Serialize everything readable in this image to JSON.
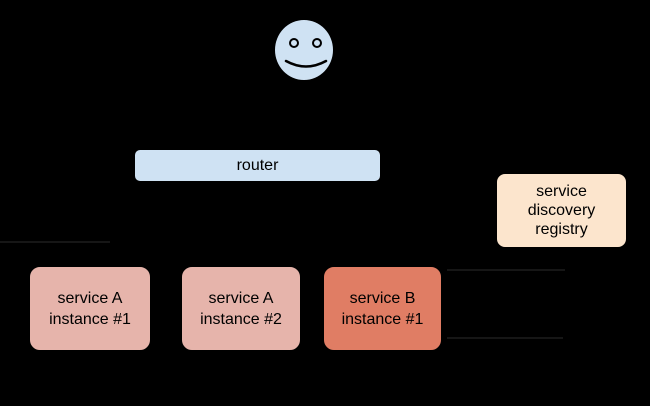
{
  "diagram": {
    "background_color": "#000000",
    "client": {
      "icon": "smiley-face-icon",
      "fill_color": "#cfe2f3",
      "outline_color": "#000000"
    },
    "router": {
      "label": "router",
      "fill_color": "#cfe2f3",
      "outline_color": "#000000"
    },
    "registry": {
      "line1": "service",
      "line2": "discovery",
      "line3": "registry",
      "fill_color": "#fce5cd",
      "outline_color": "#000000"
    },
    "services": [
      {
        "line1": "service A",
        "line2": "instance #1",
        "fill_color": "#e6b4ab"
      },
      {
        "line1": "service A",
        "line2": "instance #2",
        "fill_color": "#e6b4ab"
      },
      {
        "line1": "service B",
        "line2": "instance #1",
        "fill_color": "#e07d64"
      }
    ],
    "connector_color_faint": "#161616"
  }
}
